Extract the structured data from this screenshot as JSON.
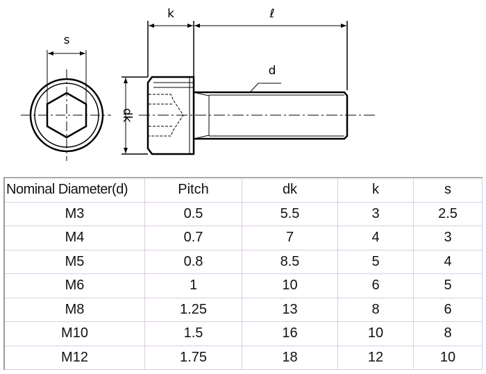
{
  "drawing": {
    "labels": {
      "s": "s",
      "k": "k",
      "l": "ℓ",
      "d": "d",
      "dk": "dk"
    }
  },
  "table": {
    "headers": [
      "Nominal Diameter(d)",
      "Pitch",
      "dk",
      "k",
      "s"
    ],
    "rows": [
      [
        "M3",
        "0.5",
        "5.5",
        "3",
        "2.5"
      ],
      [
        "M4",
        "0.7",
        "7",
        "4",
        "3"
      ],
      [
        "M5",
        "0.8",
        "8.5",
        "5",
        "4"
      ],
      [
        "M6",
        "1",
        "10",
        "6",
        "5"
      ],
      [
        "M8",
        "1.25",
        "13",
        "8",
        "6"
      ],
      [
        "M10",
        "1.5",
        "16",
        "10",
        "8"
      ],
      [
        "M12",
        "1.75",
        "18",
        "12",
        "10"
      ]
    ]
  }
}
